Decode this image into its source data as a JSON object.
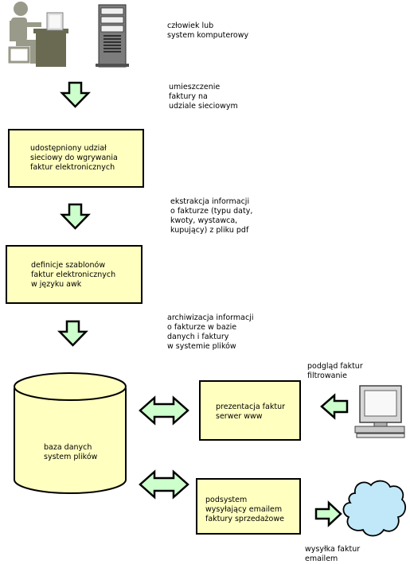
{
  "labels": {
    "source": [
      "człowiek lub",
      "system komputerowy"
    ],
    "step1": [
      "umieszczenie",
      "faktury na",
      "udziale sieciowym"
    ],
    "step2": [
      "ekstrakcja informacji",
      "o fakturze (typu daty,",
      "kwoty, wystawca,",
      "kupujący) z pliku pdf"
    ],
    "step3": [
      "archiwizacja informacji",
      "o fakturze w bazie",
      "danych i faktury",
      "w systemie plików"
    ],
    "preview": [
      "podgląd faktur",
      "filtrowanie"
    ],
    "email_out": [
      "wysyłka faktur",
      "emailem"
    ]
  },
  "boxes": {
    "share": [
      "udostępniony udział",
      "sieciowy do wgrywania",
      " faktur elektronicznych"
    ],
    "templates": [
      "definicje szablonów",
      "faktur elektronicznych",
      "w języku awk"
    ],
    "database": [
      "baza danych",
      "system plików"
    ],
    "www": [
      "prezentacja faktur",
      "serwer www"
    ],
    "mail": [
      "podsystem",
      "wysyłający emailem",
      "faktury sprzedażowe"
    ]
  },
  "colors": {
    "box_fill": "#ffffc0",
    "arrow_fill": "#ccffcc",
    "cloud_fill": "#c0e8f8",
    "figure": "#9a9a8a"
  },
  "icons": [
    "person-at-desk-icon",
    "server-tower-icon",
    "monitor-computer-icon",
    "cloud-icon"
  ]
}
